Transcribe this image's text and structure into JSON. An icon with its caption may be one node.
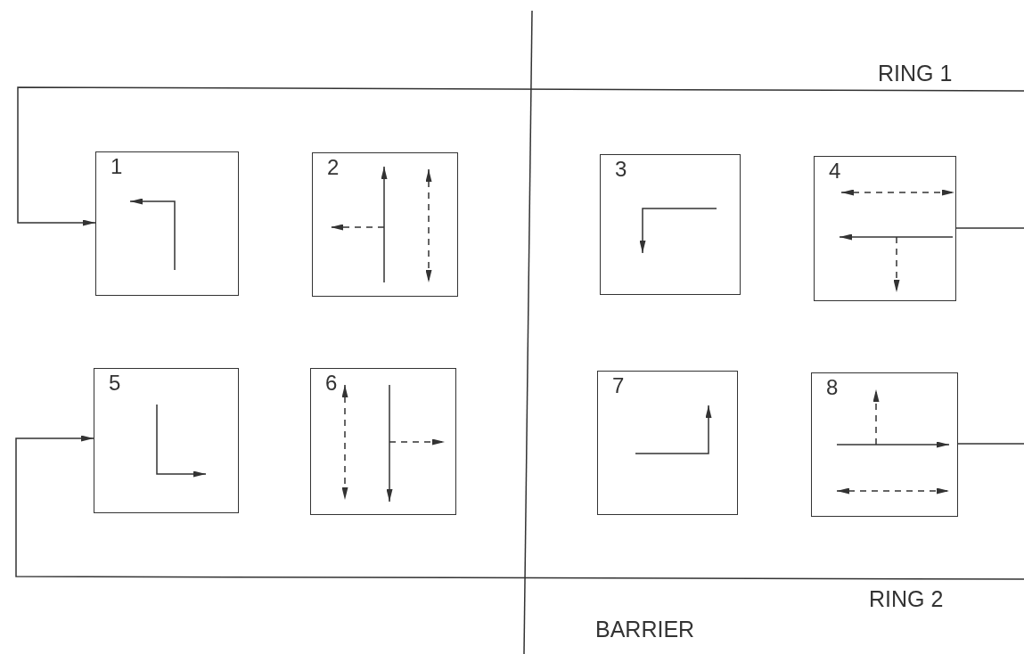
{
  "diagram": {
    "nodes": [
      {
        "text": [
          "1"
        ]
      },
      {
        "text": [
          "2"
        ]
      },
      {
        "text": [
          "3"
        ]
      },
      {
        "text": [
          "4"
        ]
      },
      {
        "text": [
          "5"
        ]
      },
      {
        "text": [
          "6"
        ]
      },
      {
        "text": [
          "7"
        ]
      },
      {
        "text": [
          "8"
        ]
      }
    ],
    "edges": [
      {
        "from": null,
        "to": 0,
        "arrow": "to"
      },
      {
        "from": 3,
        "to": null,
        "arrow": "none"
      },
      {
        "from": null,
        "to": 4,
        "arrow": "to"
      },
      {
        "from": 7,
        "to": null,
        "arrow": "none"
      }
    ],
    "labels": [
      "RING 1",
      "RING 2",
      "BARRIER"
    ]
  }
}
